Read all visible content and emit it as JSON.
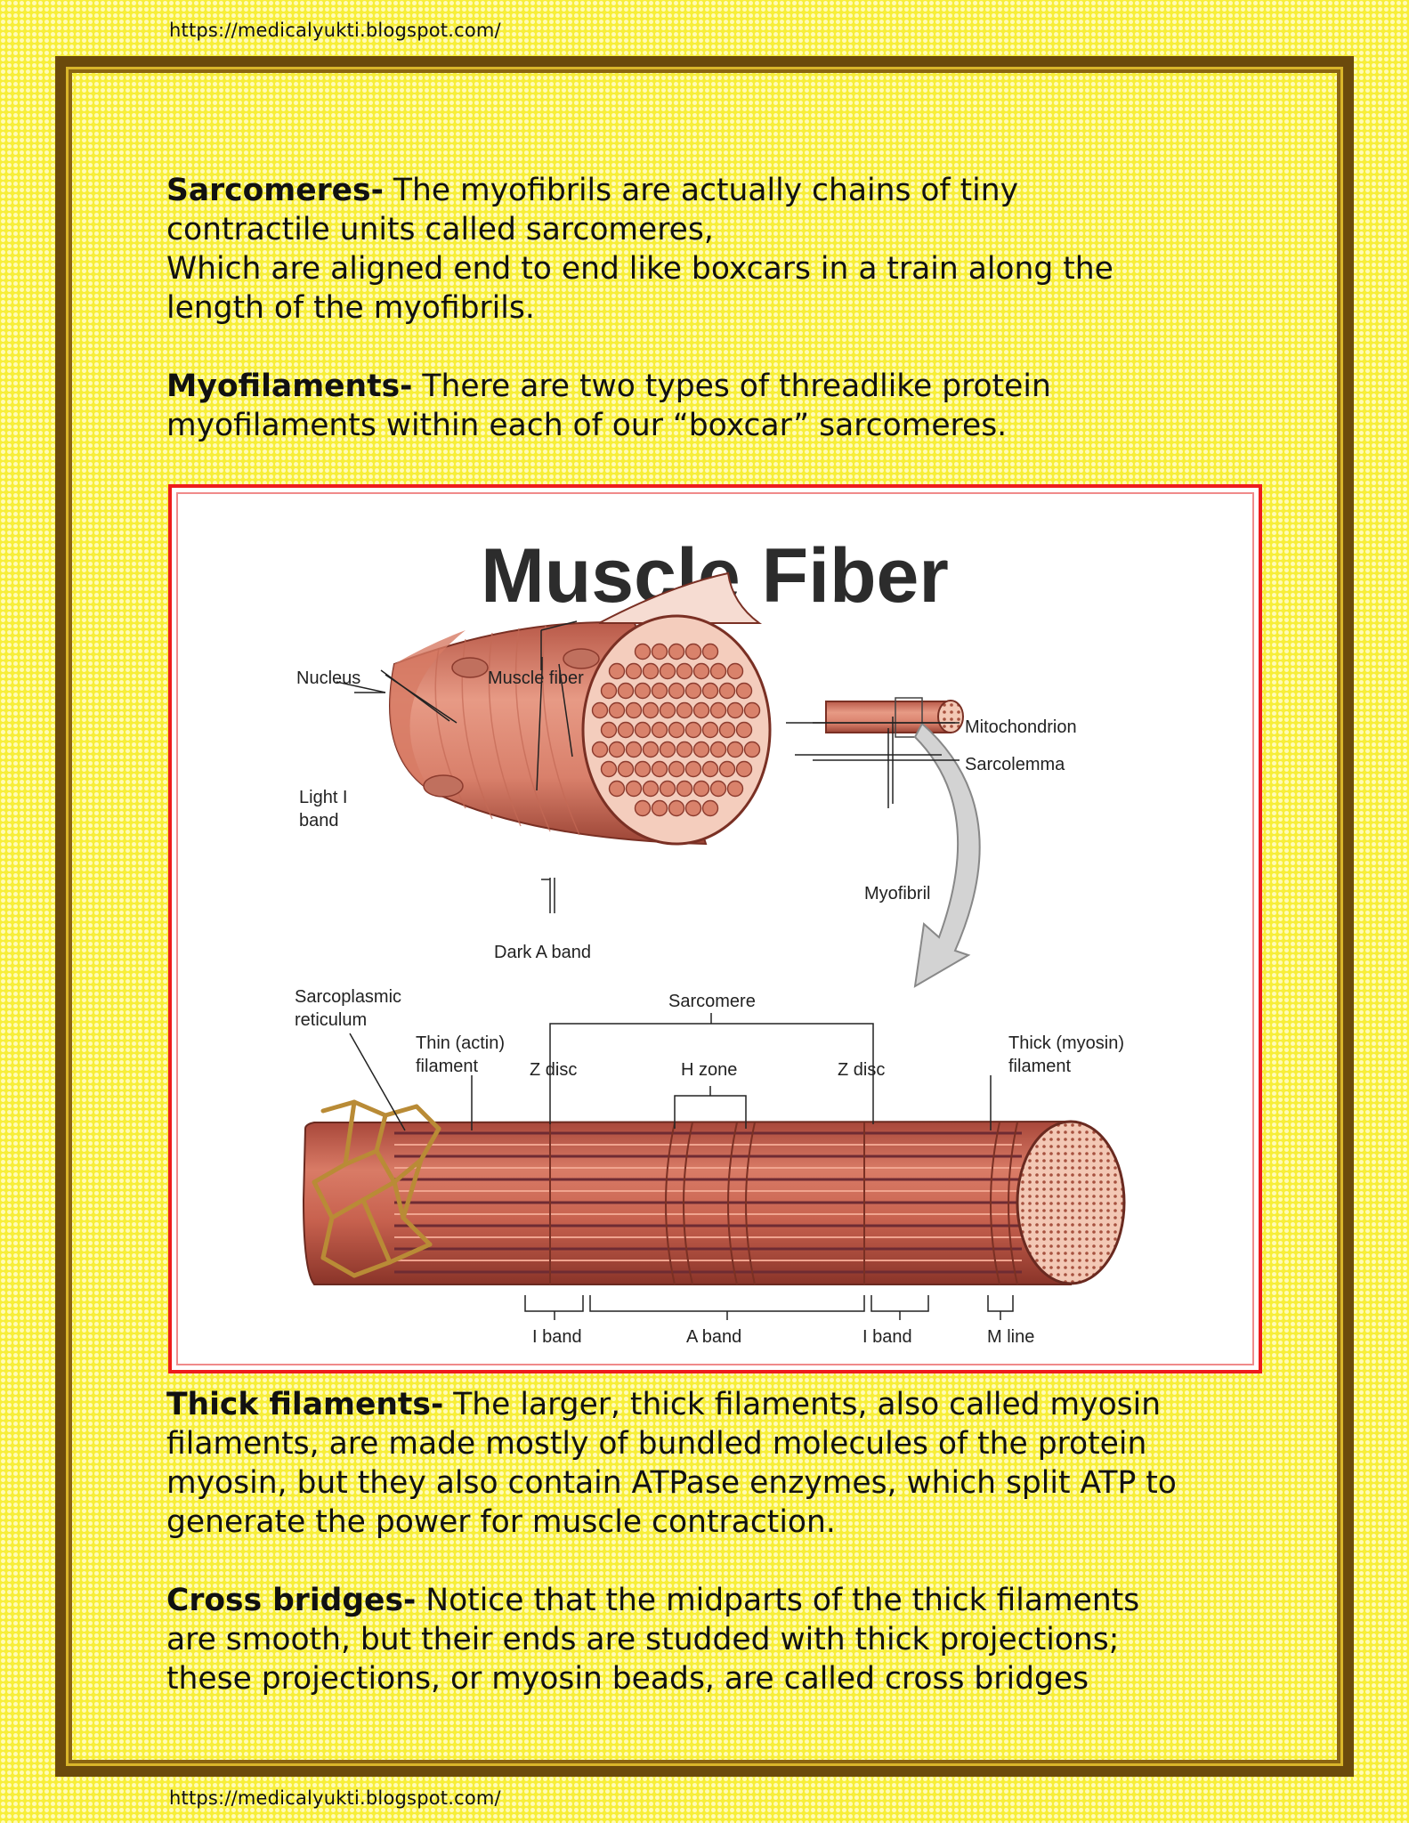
{
  "header_url": "https://medicalyukti.blogspot.com/",
  "footer_url": "https://medicalyukti.blogspot.com/",
  "paragraphs": {
    "sarcomeres": {
      "term": "Sarcomeres-",
      "lines": [
        " The myofibrils are actually chains of tiny",
        "contractile units called sarcomeres,",
        "Which are aligned end to end like boxcars in a train along the",
        "length of the myofibrils."
      ]
    },
    "myofilaments": {
      "term": "Myofilaments-",
      "lines": [
        " There are two types of threadlike protein",
        "myofilaments within each of our “boxcar” sarcomeres."
      ]
    },
    "thick": {
      "term": "Thick filaments-",
      "lines": [
        " The larger, thick filaments, also called myosin",
        "filaments, are made mostly of bundled molecules of the protein",
        "myosin, but they also contain ATPase enzymes, which split ATP to",
        "generate the power for muscle contraction."
      ]
    },
    "cross": {
      "term": "Cross bridges-",
      "lines": [
        " Notice that the midparts of the thick filaments",
        "are smooth, but their ends are studded with thick projections;",
        "these projections, or myosin beads, are called cross bridges"
      ]
    }
  },
  "figure": {
    "title": "Muscle Fiber",
    "labels": {
      "nucleus": "Nucleus",
      "muscle_fiber": "Muscle fiber",
      "mitochondrion": "Mitochondrion",
      "sarcolemma": "Sarcolemma",
      "light_band_1": "Light I",
      "light_band_2": "band",
      "myofibril": "Myofibril",
      "dark_a_band": "Dark A band",
      "sarcoplasmic_1": "Sarcoplasmic",
      "sarcoplasmic_2": "reticulum",
      "sarcomere": "Sarcomere",
      "thin_1": "Thin (actin)",
      "thin_2": "filament",
      "z_disc_left": "Z disc",
      "h_zone": "H zone",
      "z_disc_right": "Z disc",
      "thick_1": "Thick (myosin)",
      "thick_2": "filament",
      "i_band_left": "I band",
      "a_band": "A band",
      "i_band_right": "I band",
      "m_line": "M line"
    }
  },
  "colors": {
    "page_yellow": "#f7ee38",
    "frame_brown": "#6b4a0c",
    "figure_border_red": "#ee1c1c",
    "muscle_pink": "#e0856d"
  }
}
